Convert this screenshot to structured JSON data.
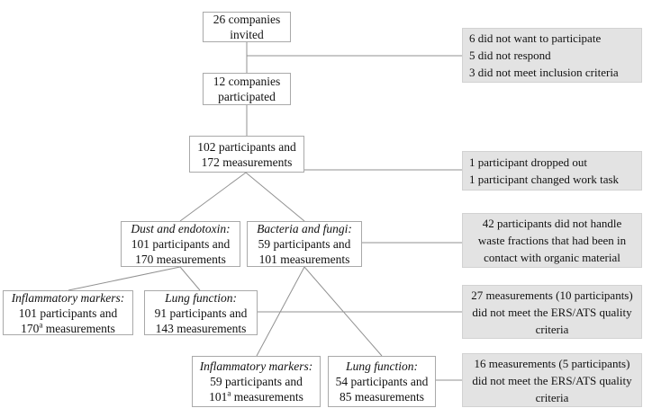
{
  "figure": {
    "boxes": {
      "invited": {
        "line1": "26 companies",
        "line2": "invited"
      },
      "participated": {
        "line1": "12 companies",
        "line2": "participated"
      },
      "enrolled": {
        "line1": "102 participants and",
        "line2": "172 measurements"
      },
      "dust_endotoxin": {
        "heading": "Dust and endotoxin:",
        "line2": "101 participants and",
        "line3": "170 measurements"
      },
      "bacteria_fungi": {
        "heading": "Bacteria and fungi:",
        "line2": "59 participants and",
        "line3": "101 measurements"
      },
      "inflammatory_dust": {
        "heading": "Inflammatory markers:",
        "line2": "101 participants and",
        "count": "170",
        "sup": "a",
        "unit": " measurements"
      },
      "lung_dust": {
        "heading": "Lung function:",
        "line2": "91 participants and",
        "line3": "143 measurements"
      },
      "inflammatory_bacteria": {
        "heading": "Inflammatory markers:",
        "line2": "59 participants and",
        "count": "101",
        "sup": "a",
        "unit": " measurements"
      },
      "lung_bacteria": {
        "heading": "Lung function:",
        "line2": "54 participants and",
        "line3": "85 measurements"
      }
    },
    "notes": {
      "company_exclusions": {
        "line1": "6 did not want to participate",
        "line2": "5 did not respond",
        "line3": "3 did not meet inclusion criteria"
      },
      "dropouts": {
        "line1": "1 participant dropped out",
        "line2": "1 participant changed work task"
      },
      "organic_material": {
        "line1": "42 participants did not handle",
        "line2": "waste fractions that had been in",
        "line3": "contact with organic material"
      },
      "quality_dust": {
        "line1": "27 measurements (10 participants)",
        "line2": "did not meet the ERS/ATS quality",
        "line3": "criteria"
      },
      "quality_bacteria": {
        "line1": "16 measurements (5 participants)",
        "line2": "did not meet the ERS/ATS quality",
        "line3": "criteria"
      }
    },
    "colors": {
      "note_fill": "#e3e3e3",
      "box_border": "#a9a9a9",
      "connector": "#919191",
      "text": "#111111"
    }
  }
}
